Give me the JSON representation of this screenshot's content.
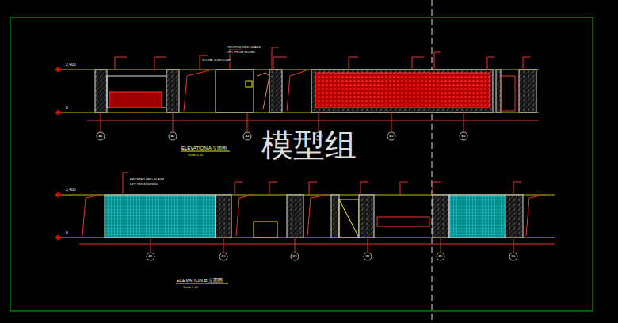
{
  "diagram": {
    "labels": [
      "2,400",
      "0",
      "2,400",
      "0",
      "ELEVATION A 立面图",
      "Scale 1:40",
      "ELEVATION B 立面图",
      "Scale 1:40",
      "模型组",
      "A1",
      "A2",
      "A3",
      "A4",
      "A5",
      "A6",
      "B1",
      "B2",
      "B3",
      "B4",
      "B5",
      "B6",
      "STONE JOINT LINE",
      "FROSTED RED GLASS",
      "LIFT FROM MODEL",
      "FROSTED RED GLASS",
      "LIFT FROM MODEL"
    ]
  }
}
